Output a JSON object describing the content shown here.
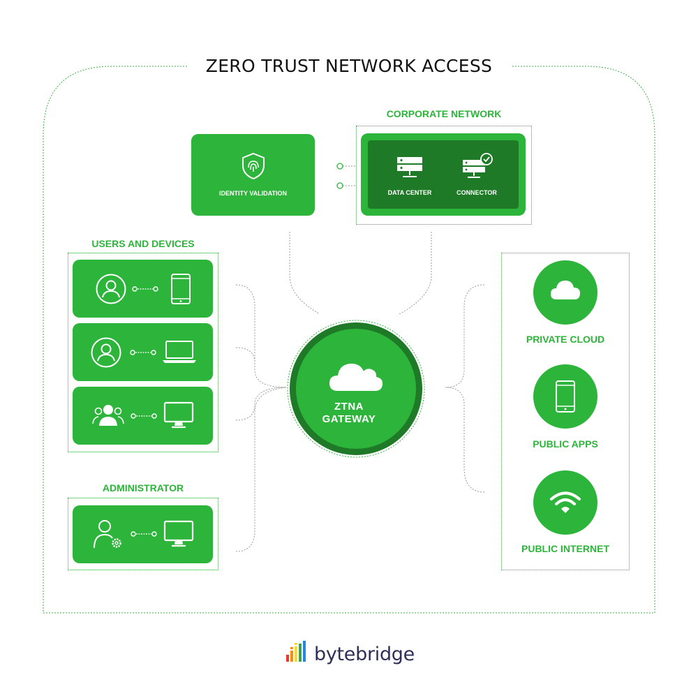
{
  "title": "ZERO TRUST NETWORK ACCESS",
  "identity": {
    "label": "IDENTITY VALIDATION",
    "icon": "shield-fingerprint-icon"
  },
  "corporate": {
    "label": "CORPORATE NETWORK",
    "items": [
      {
        "label": "DATA CENTER",
        "icon": "server-icon"
      },
      {
        "label": "CONNECTOR",
        "icon": "server-check-icon"
      }
    ]
  },
  "users": {
    "label": "USERS AND DEVICES",
    "rows": [
      {
        "user_icon": "user-circle-icon",
        "device_icon": "smartphone-icon"
      },
      {
        "user_icon": "user-circle-icon",
        "device_icon": "laptop-icon"
      },
      {
        "user_icon": "user-group-icon",
        "device_icon": "desktop-monitor-icon"
      }
    ]
  },
  "administrator": {
    "label": "ADMINISTRATOR",
    "row": {
      "user_icon": "user-gear-icon",
      "device_icon": "desktop-monitor-icon"
    }
  },
  "gateway": {
    "line1": "ZTNA",
    "line2": "GATEWAY",
    "icon": "cloud-icon"
  },
  "resources": [
    {
      "label": "PRIVATE CLOUD",
      "icon": "cloud-icon"
    },
    {
      "label": "PUBLIC APPS",
      "icon": "smartphone-icon"
    },
    {
      "label": "PUBLIC INTERNET",
      "icon": "wifi-icon"
    }
  ],
  "logo": {
    "text": "bytebridge"
  },
  "colors": {
    "primary_green": "#2db43a",
    "dark_green": "#1e7a26",
    "title_text": "#111111",
    "logo_text": "#2d2f5a"
  }
}
